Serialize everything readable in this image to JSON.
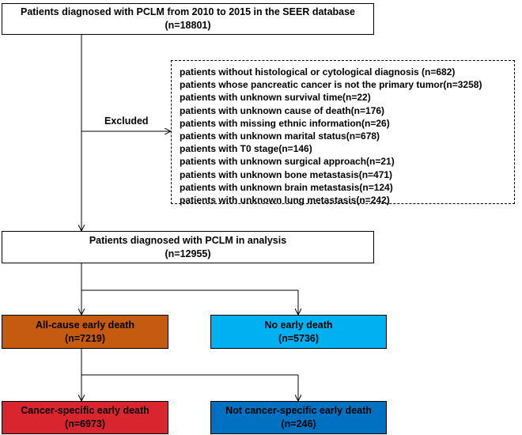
{
  "top_box": {
    "line1": "Patients diagnosed with PCLM from 2010 to 2015 in the SEER database",
    "line2": "(n=18801)"
  },
  "excluded_label": "Excluded",
  "exclusions": [
    "patients without histological or cytological diagnosis (n=682)",
    "patients whose pancreatic cancer is not the primary tumor(n=3258)",
    "patients with unknown survival time(n=22)",
    "patients with unknown cause of death(n=176)",
    "patients with missing ethnic information(n=26)",
    "patients with unknown marital status(n=678)",
    "patients with T0 stage(n=146)",
    "patients with unknown surgical approach(n=21)",
    "patients with unknown bone metastasis(n=471)",
    "patients with unknown brain metastasis(n=124)",
    "patients with unknown lung metastasis(n=242)"
  ],
  "analysis_box": {
    "line1": "Patients diagnosed with PCLM in analysis",
    "line2": "(n=12955)"
  },
  "all_cause_box": {
    "line1": "All-cause early death",
    "line2": "(n=7219)",
    "color": "#C55A11"
  },
  "no_early_box": {
    "line1": "No early death",
    "line2": "(n=5736)",
    "color": "#00B0F0"
  },
  "cancer_specific_box": {
    "line1": "Cancer-specific early death",
    "line2": "(n=6973)",
    "color": "#D9262E"
  },
  "not_cancer_specific_box": {
    "line1": "Not cancer-specific early death",
    "line2": "(n=246)",
    "color": "#0070C0"
  }
}
